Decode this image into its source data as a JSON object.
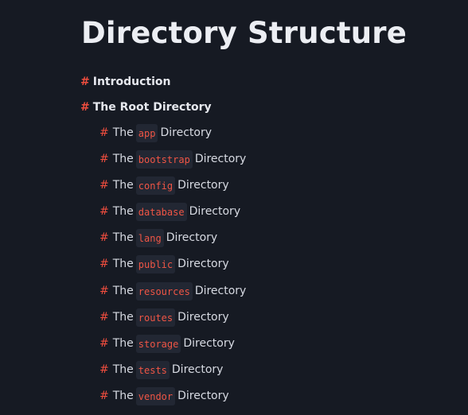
{
  "page": {
    "title": "Directory Structure"
  },
  "toc": {
    "hash_symbol": "#",
    "top_items": [
      {
        "label": "Introduction"
      },
      {
        "label": "The Root Directory"
      }
    ],
    "sub_items": [
      {
        "prefix": "The",
        "code": "app",
        "suffix": "Directory"
      },
      {
        "prefix": "The",
        "code": "bootstrap",
        "suffix": "Directory"
      },
      {
        "prefix": "The",
        "code": "config",
        "suffix": "Directory"
      },
      {
        "prefix": "The",
        "code": "database",
        "suffix": "Directory"
      },
      {
        "prefix": "The",
        "code": "lang",
        "suffix": "Directory"
      },
      {
        "prefix": "The",
        "code": "public",
        "suffix": "Directory"
      },
      {
        "prefix": "The",
        "code": "resources",
        "suffix": "Directory"
      },
      {
        "prefix": "The",
        "code": "routes",
        "suffix": "Directory"
      },
      {
        "prefix": "The",
        "code": "storage",
        "suffix": "Directory"
      },
      {
        "prefix": "The",
        "code": "tests",
        "suffix": "Directory"
      },
      {
        "prefix": "The",
        "code": "vendor",
        "suffix": "Directory"
      }
    ]
  },
  "colors": {
    "background": "#161a23",
    "hash_accent": "#ef4d3e",
    "code_text": "#f05545",
    "code_background": "#222733",
    "text": "#e5e7eb"
  }
}
